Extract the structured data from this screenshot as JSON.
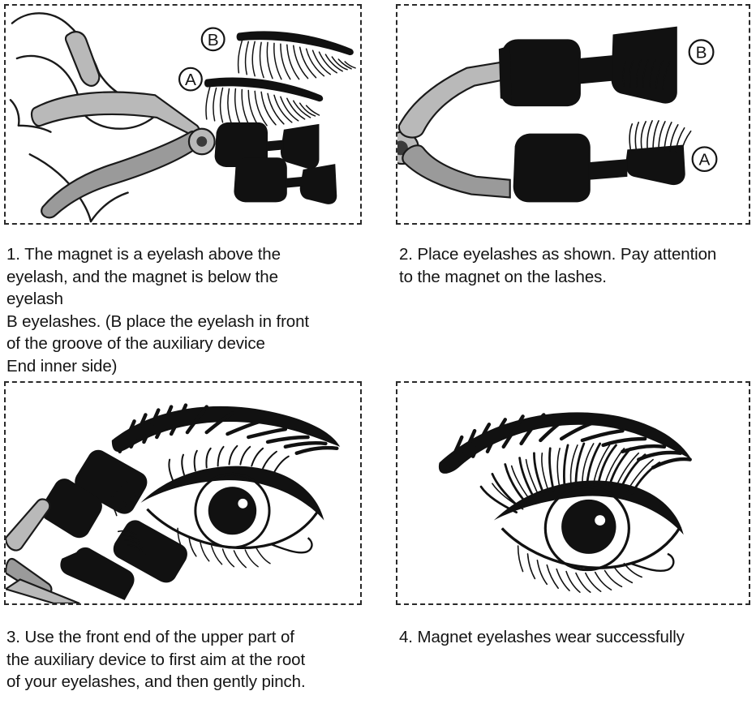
{
  "document": {
    "kind": "instruction-diagram",
    "subject": "magnetic eyelash applicator instructions",
    "background_color": "#ffffff",
    "ink_color": "#111111",
    "metal_color": "#b9b9b9",
    "panel_border_style": "dashed",
    "panel_count": 4,
    "grid": "2 columns x 2 rows"
  },
  "panels": [
    {
      "id": "panel-1",
      "number": "1",
      "caption": "1. The magnet is a eyelash above the\neyelash, and the magnet is below the\neyelash\nB eyelashes. (B place the eyelash in front\nof the groove of the auxiliary device\nEnd inner side)",
      "labels": [
        {
          "text": "A",
          "style": "circled"
        },
        {
          "text": "B",
          "style": "circled"
        }
      ],
      "illustration": "hand holding black-tipped applicator tool with two loose false eyelash strips labelled A and B"
    },
    {
      "id": "panel-2",
      "number": "2",
      "caption": "2. Place eyelashes as shown. Pay attention\nto the magnet on the lashes.",
      "labels": [
        {
          "text": "A",
          "style": "circled"
        },
        {
          "text": "B",
          "style": "circled"
        }
      ],
      "illustration": "close-up of applicator jaws with eyelash strip A on the lower jaw and strip B on the upper jaw"
    },
    {
      "id": "panel-3",
      "number": "3",
      "caption": "3. Use the front end of the upper part of\nthe auxiliary device to first aim at the root\nof your eyelashes, and then gently pinch.",
      "labels": [],
      "illustration": "eye with eyebrow, applicator loaded with lashes approaching the lash root from the outer corner"
    },
    {
      "id": "panel-4",
      "number": "4",
      "caption": "4. Magnet eyelashes wear successfully",
      "labels": [],
      "illustration": "finished eye with eyebrow and full volumized magnetic lashes applied"
    }
  ]
}
